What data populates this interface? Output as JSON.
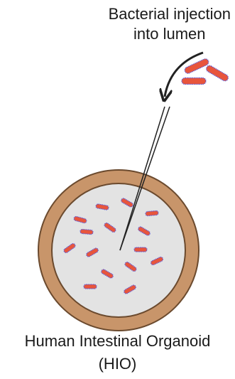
{
  "title_lines": [
    "Bacterial injection",
    "into lumen"
  ],
  "caption_lines": [
    "Human Intestinal Organoid",
    "(HIO)"
  ],
  "colors": {
    "wall": "#c8956a",
    "wall_stroke": "#6b4a2e",
    "lumen": "#e3e3e3",
    "bacterium": "#e8553c",
    "bacterium_outline": "#5b5bd6",
    "line": "#222222"
  },
  "icons": {
    "arrow": "curved-arrow-icon",
    "needle": "injection-needle-icon",
    "bacterium": "rod-bacterium-icon"
  }
}
